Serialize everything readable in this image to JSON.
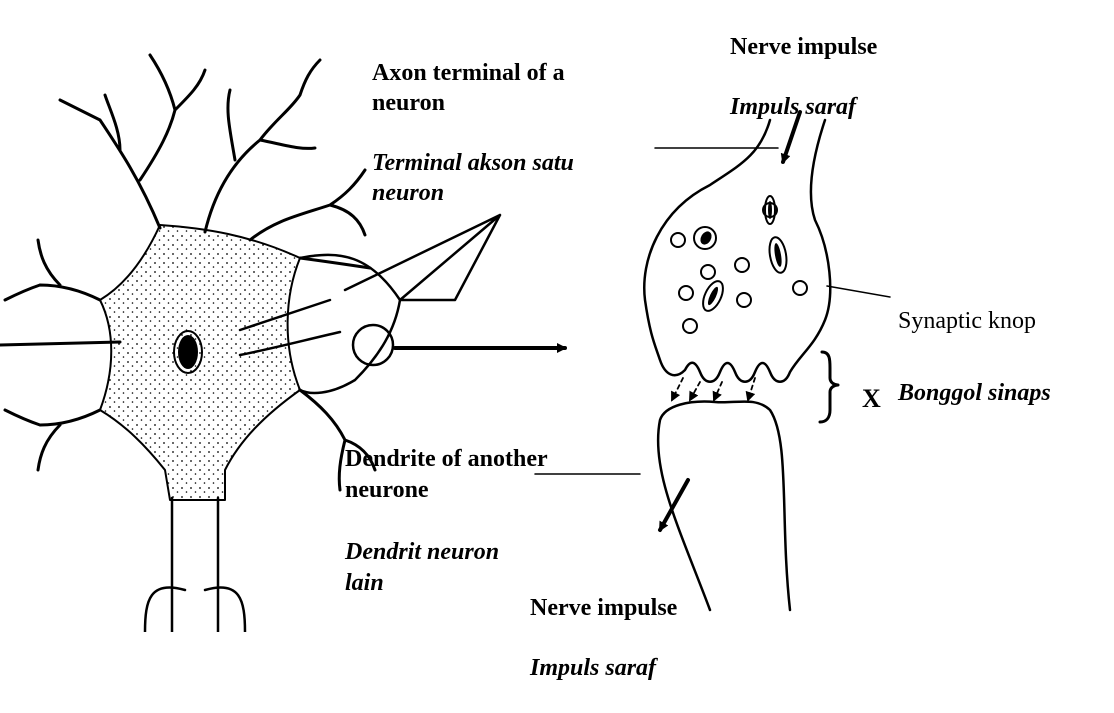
{
  "labels": {
    "axon_terminal": {
      "english": "Axon terminal of a\nneuron",
      "malay": "Terminal akson satu\nneuron"
    },
    "nerve_impulse_top": {
      "english": "Nerve impulse",
      "malay": "Impuls saraf"
    },
    "synaptic_knob": {
      "english": "Synaptic knop",
      "malay": "Bonggol sinaps"
    },
    "dendrite": {
      "english": "Dendrite of another\nneurone",
      "malay": "Dendrit neuron\n lain"
    },
    "nerve_impulse_bottom": {
      "english": "Nerve impulse",
      "malay": "Impuls saraf"
    },
    "gap": "X"
  }
}
